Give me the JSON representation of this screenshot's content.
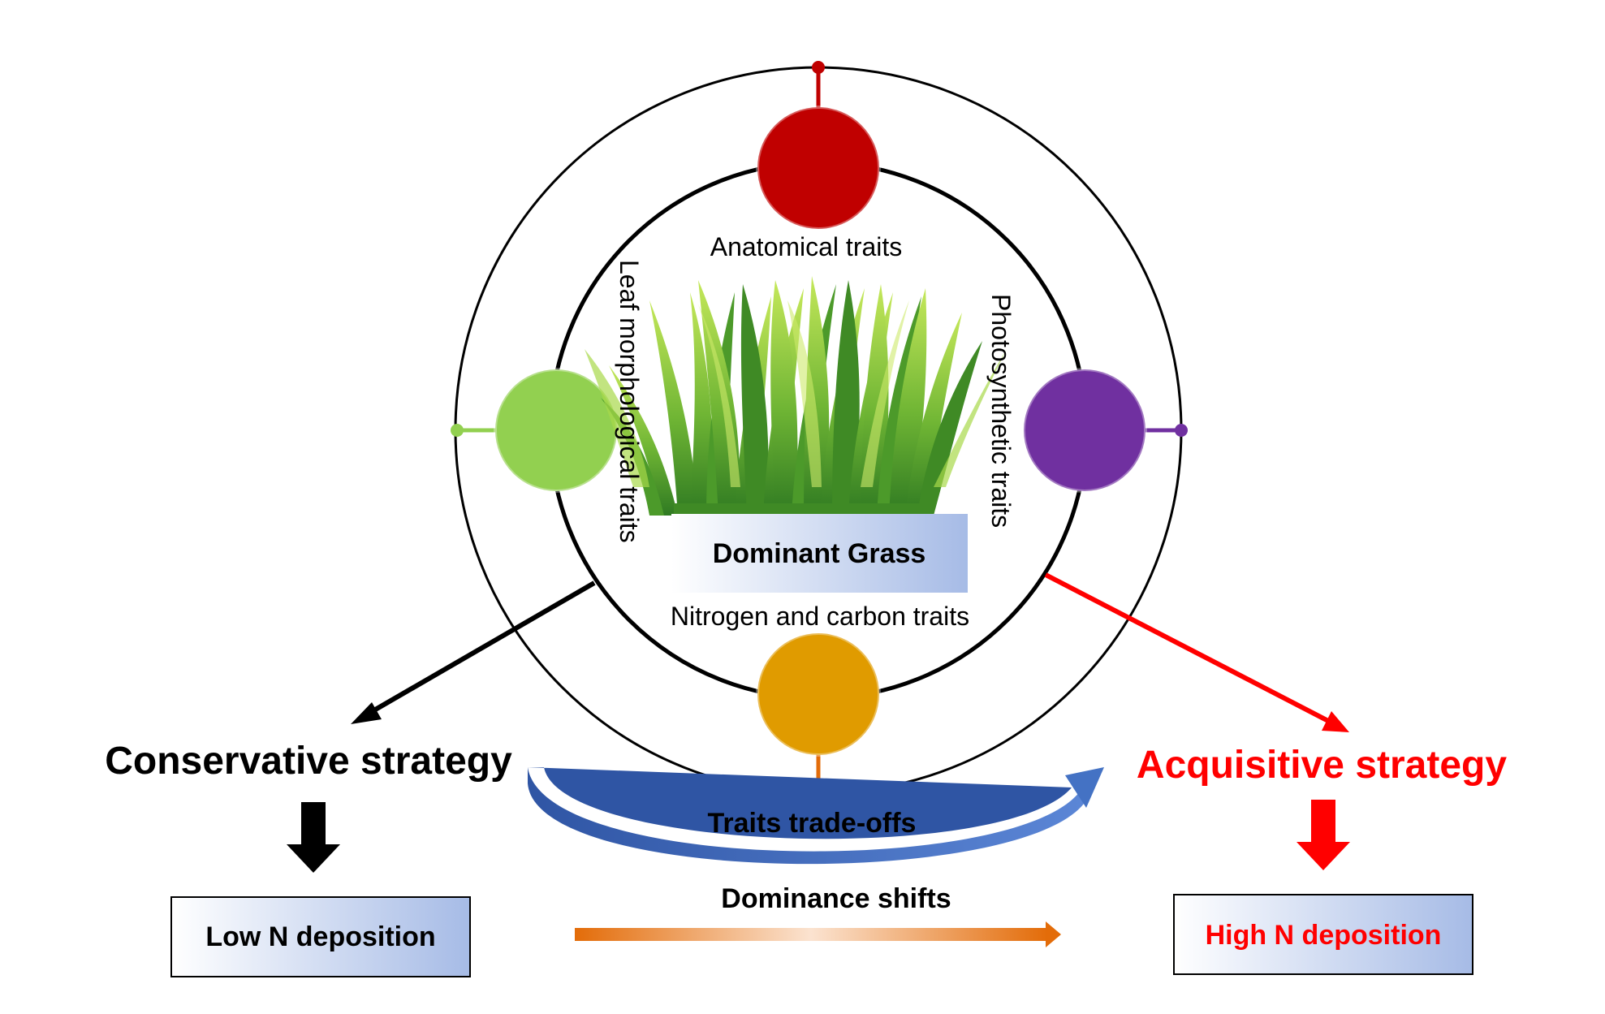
{
  "labels": {
    "anatomical": "Anatomical traits",
    "leaf_morphological": "Leaf morphological traits",
    "photosynthetic": "Photosynthetic traits",
    "nitrogen_carbon": "Nitrogen and carbon traits",
    "dominant_grass": "Dominant Grass",
    "conservative": "Conservative strategy",
    "acquisitive": "Acquisitive strategy",
    "trade_offs": "Traits trade-offs",
    "dominance_shifts": "Dominance shifts",
    "low_n": "Low N deposition",
    "high_n": "High N deposition"
  },
  "colors": {
    "anatomical": "#c00000",
    "leaf_morphological": "#92d050",
    "photosynthetic": "#7030a0",
    "nitrogen_carbon": "#e09b00",
    "conservative": "#000000",
    "acquisitive": "#ff0000",
    "trade_off_arrow": "#4472c4",
    "dominance_arrow": "#e36c09",
    "grass": "#5a9e2a"
  }
}
